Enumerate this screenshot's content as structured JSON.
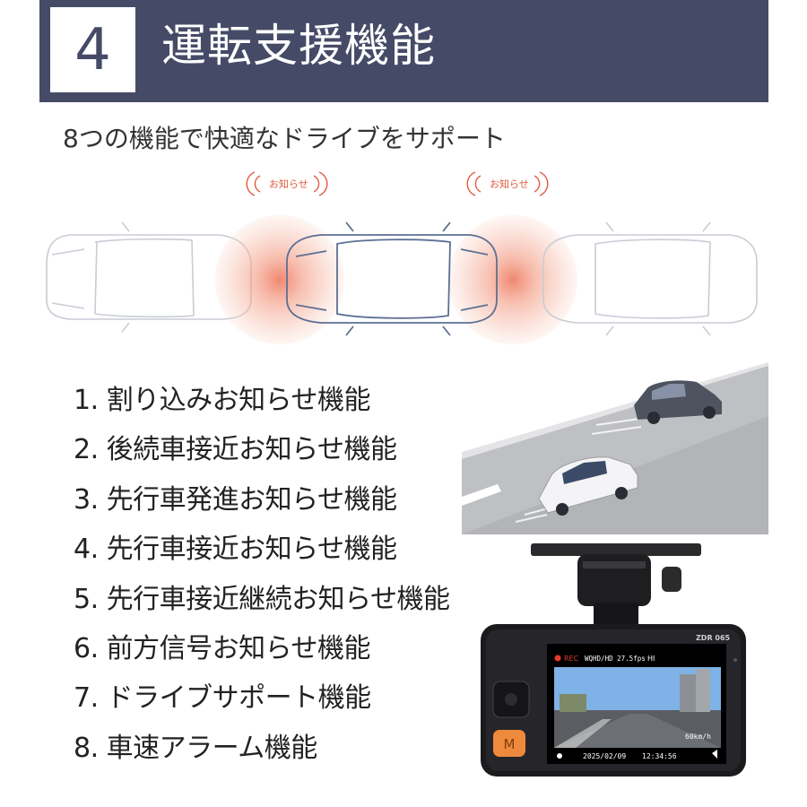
{
  "section": {
    "number": "4",
    "title": "運転支援機能",
    "subtitle": "8つの機能で快適なドライブをサポート"
  },
  "illustration": {
    "notice_left": "お知らせ",
    "notice_right": "お知らせ"
  },
  "features": [
    "1. 割り込みお知らせ機能",
    "2. 後続車接近お知らせ機能",
    "3. 先行車発進お知らせ機能",
    "4. 先行車接近お知らせ機能",
    "5. 先行車接近継続お知らせ機能",
    "6. 前方信号お知らせ機能",
    "7. ドライブサポート機能",
    "8. 車速アラーム機能"
  ],
  "device": {
    "model": "ZDR 065",
    "rec_label": "REC",
    "resolution": "WQHD/HD 27.5fps",
    "quality": "HI",
    "speed": "60km/h",
    "date": "2025/02/09",
    "time": "12:34:56",
    "m_button": "M"
  },
  "colors": {
    "header_bg": "#454b67",
    "accent": "#e85a3a",
    "button_orange": "#ef8a3c"
  }
}
